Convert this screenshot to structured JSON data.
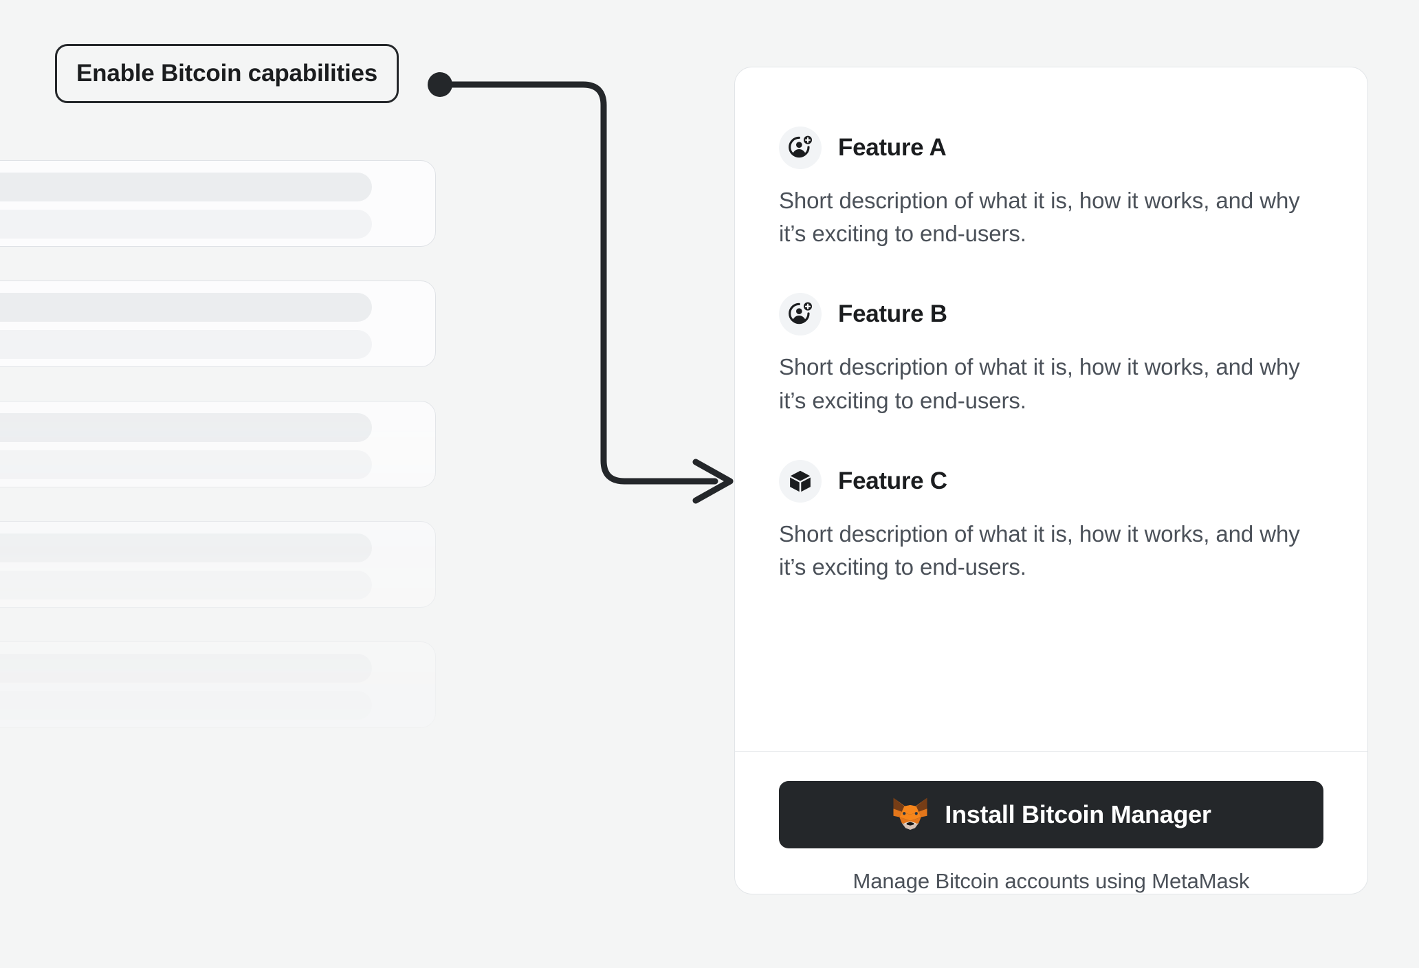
{
  "colors": {
    "background": "#F4F5F5",
    "card_surface": "#FFFFFF",
    "card_border": "#E2E5E8",
    "text_primary": "#1B1D1F",
    "text_secondary": "#4B5159",
    "connector": "#24272A",
    "button_background": "#24272A",
    "button_text": "#FFFFFF",
    "icon_circle": "#F2F4F6",
    "skeleton_bar_primary": "#EBEDEF",
    "skeleton_bar_secondary": "#F2F3F5",
    "metamask_orange": "#E2761B",
    "metamask_orange_light": "#F6851B",
    "metamask_brown": "#763D16",
    "metamask_cream": "#E4DAD0"
  },
  "callout": {
    "label": "Enable Bitcoin capabilities",
    "connector_icon": "connector-dot-icon",
    "arrow_icon": "arrow-right-icon"
  },
  "skeleton": {
    "card_count": 5,
    "bar_icon": "placeholder-bar"
  },
  "card": {
    "features": [
      {
        "icon": "add-account-icon",
        "title": "Feature A",
        "description": "Short description of what it is, how it works, and why it’s exciting to end-users."
      },
      {
        "icon": "add-account-icon",
        "title": "Feature B",
        "description": "Short description of what it is, how it works, and why it’s exciting to end-users."
      },
      {
        "icon": "cube-icon",
        "title": "Feature C",
        "description": "Short description of what it is, how it works, and why it’s exciting to end-users."
      }
    ],
    "footer": {
      "install_button_label": "Install Bitcoin Manager",
      "install_button_icon": "metamask-fox-icon",
      "caption": "Manage Bitcoin accounts using MetaMask"
    }
  }
}
